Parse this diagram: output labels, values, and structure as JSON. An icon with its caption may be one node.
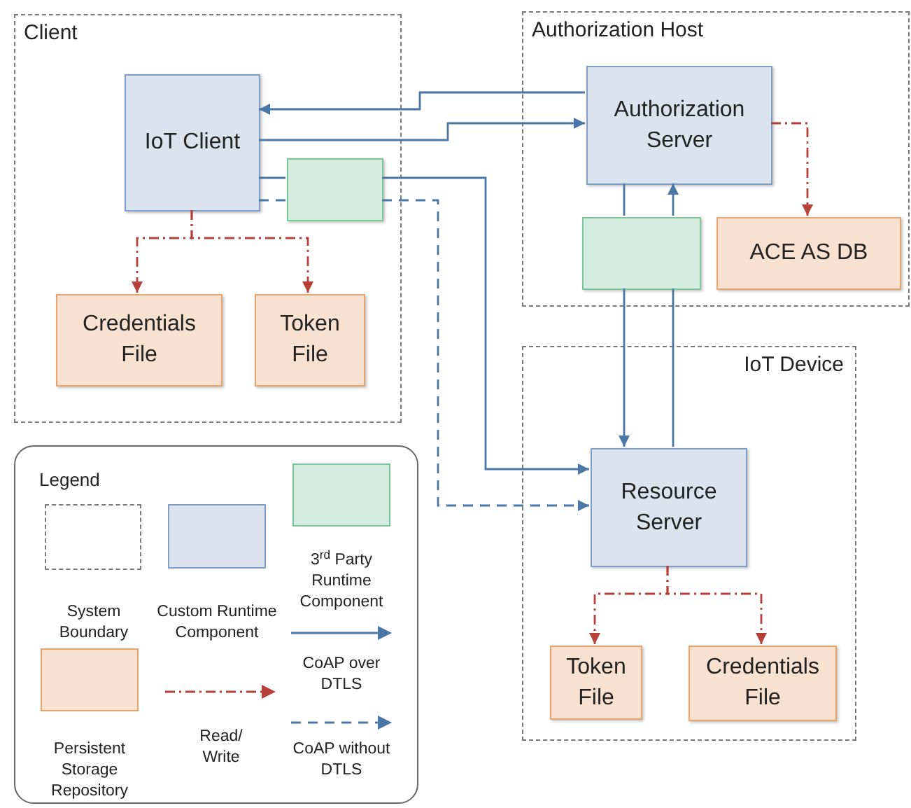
{
  "diagram": {
    "nodes": [
      {
        "text": [
          "Client"
        ]
      },
      {
        "text": [
          "IoT Client"
        ],
        "in": 0
      },
      {
        "text": [],
        "shape": "box",
        "in": 0
      },
      {
        "text": [
          "Credentials File"
        ],
        "in": 0
      },
      {
        "text": [
          "Token File"
        ],
        "in": 0
      },
      {
        "text": [
          "Authorization Host"
        ]
      },
      {
        "text": [
          "Authorization Server"
        ],
        "in": 5
      },
      {
        "text": [],
        "shape": "box",
        "in": 5
      },
      {
        "text": [
          "ACE AS DB"
        ],
        "in": 5
      },
      {
        "text": [
          "IoT Device"
        ]
      },
      {
        "text": [
          "Resource Server"
        ],
        "in": 9
      },
      {
        "text": [
          "Token File"
        ],
        "in": 9
      },
      {
        "text": [
          "Credentials File"
        ],
        "in": 9
      }
    ],
    "edges": [
      {
        "from": 6,
        "to": 1,
        "arrow": "to"
      },
      {
        "from": 1,
        "to": 6,
        "arrow": "to"
      },
      {
        "from": 1,
        "to": 2,
        "arrow": "none"
      },
      {
        "from": 2,
        "to": 10,
        "arrow": "to"
      },
      {
        "from": 1,
        "to": 2,
        "arrow": "none",
        "style": "dashed"
      },
      {
        "from": 2,
        "to": 10,
        "arrow": "to",
        "style": "dashed"
      },
      {
        "from": 6,
        "to": 7,
        "arrow": "none"
      },
      {
        "from": 7,
        "to": 10,
        "arrow": "to"
      },
      {
        "from": 10,
        "to": 7,
        "arrow": "none"
      },
      {
        "from": 7,
        "to": 6,
        "arrow": "to"
      },
      {
        "from": 1,
        "to": 3,
        "arrow": "to",
        "style": "dashed",
        "color": "#b5413a"
      },
      {
        "from": 1,
        "to": 4,
        "arrow": "to",
        "style": "dashed",
        "color": "#b5413a"
      },
      {
        "from": 6,
        "to": 8,
        "arrow": "to",
        "style": "dashed",
        "color": "#b5413a"
      },
      {
        "from": 10,
        "to": 11,
        "arrow": "to",
        "style": "dashed",
        "color": "#b5413a"
      },
      {
        "from": 10,
        "to": 12,
        "arrow": "to",
        "style": "dashed",
        "color": "#b5413a"
      }
    ],
    "labels": [
      "Legend"
    ],
    "legend": [
      {
        "text": "System Boundary"
      },
      {
        "text": "Custom Runtime Component",
        "color": "#dae3ee"
      },
      {
        "text": "3$^{rd}$ Party Runtime Component",
        "color": "#d5ece0"
      },
      {
        "text": "CoAP over DTLS"
      },
      {
        "text": "Persistent Storage Repository",
        "color": "#f8e1d0"
      },
      {
        "text": "Read/ Write"
      },
      {
        "text": "CoAP without DTLS"
      }
    ]
  }
}
